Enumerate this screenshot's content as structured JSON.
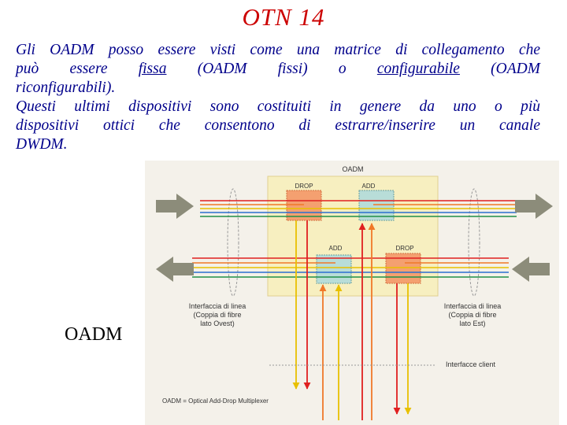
{
  "slide": {
    "title": "OTN  14",
    "paragraph1": {
      "line1": "Gli OADM posso essere visti come una matrice di collegamento che",
      "line2_a": "può essere ",
      "line2_fissa": "fissa",
      "line2_b": " (OADM fissi) o ",
      "line2_config": "configurabile",
      "line2_c": " (OADM",
      "line3": "riconfigurabili)."
    },
    "paragraph2": {
      "line1": "Questi ultimi dispositivi sono costituiti in genere da uno o più",
      "line2": "dispositivi ottici che consentono di estrarre/inserire un canale",
      "line3": "DWDM."
    },
    "caption": "OADM"
  },
  "diagram": {
    "box_title": "OADM",
    "drop_top": "DROP",
    "add_top": "ADD",
    "add_bottom": "ADD",
    "drop_bottom": "DROP",
    "left_interface": [
      "Interfaccia di linea",
      "(Coppia di fibre",
      "lato Ovest)"
    ],
    "right_interface": [
      "Interfaccia di linea",
      "(Coppia di fibre",
      "lato Est)"
    ],
    "client_interface": "Interfacce client",
    "legend": "OADM = Optical Add-Drop Multiplexer",
    "colors": {
      "box_fill": "#f7efc0",
      "drop_fill": "#f4a070",
      "add_fill": "#b8ddd8",
      "arrow_gray": "#8c8c7a",
      "line_red": "#e02020",
      "line_orange": "#f07828",
      "line_yellow": "#e8c000",
      "line_blue": "#2a6fd0",
      "line_green": "#209048"
    }
  }
}
